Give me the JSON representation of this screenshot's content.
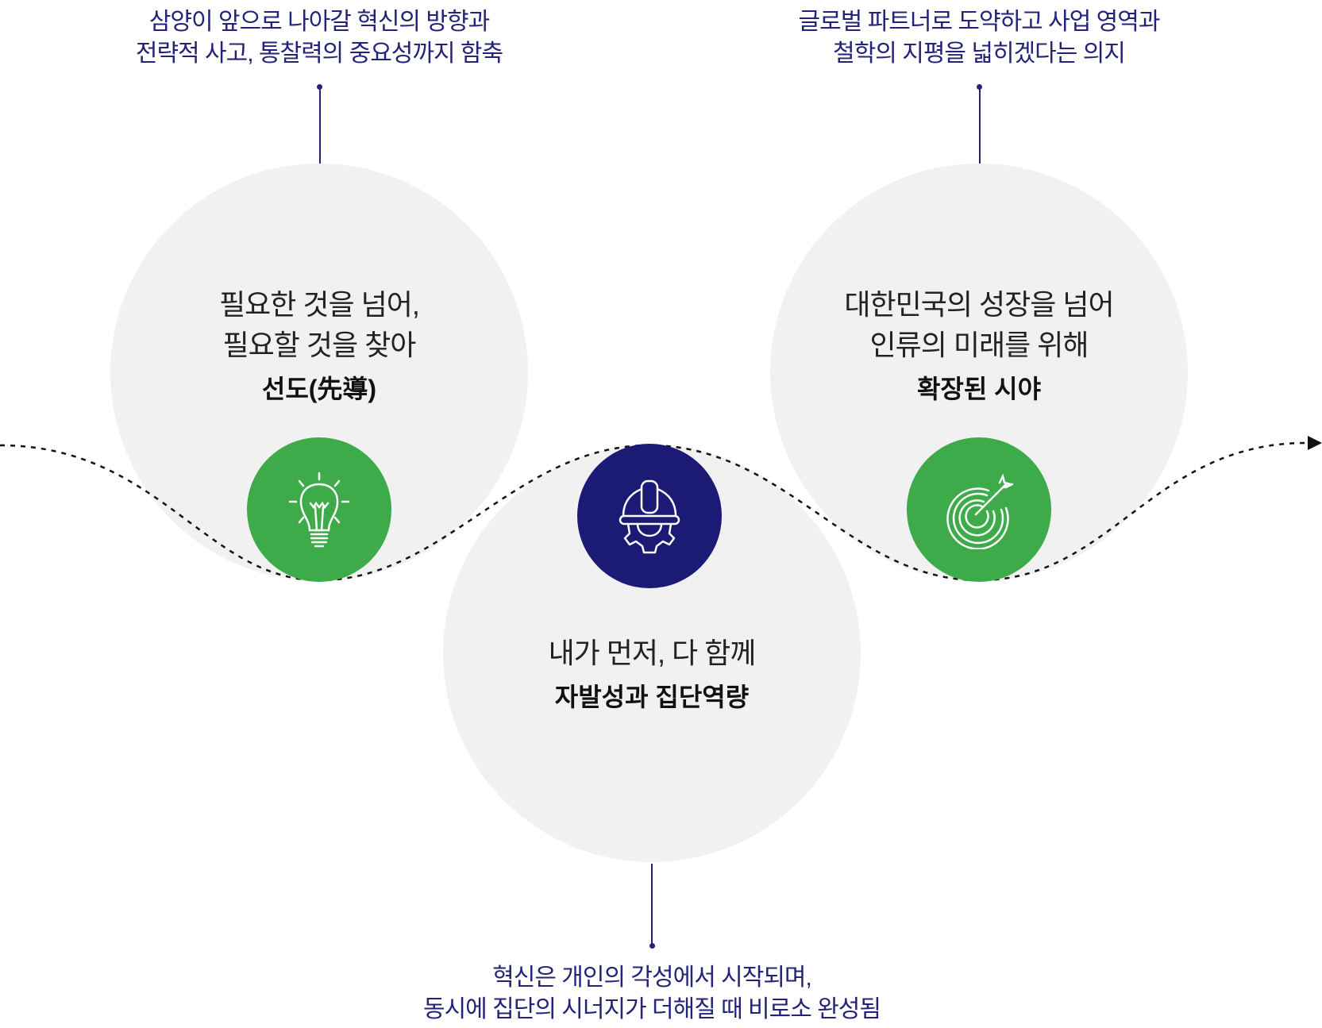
{
  "colors": {
    "green": "#3dab4a",
    "navy": "#1b1a74",
    "note_text": "#24237a",
    "circle_bg": "#f1f1f1"
  },
  "items": [
    {
      "note": [
        "삼양이 앞으로 나아갈 혁신의 방향과",
        "전략적 사고, 통찰력의 중요성까지 함축"
      ],
      "lines": [
        "필요한 것을 넘어,",
        "필요할 것을 찾아"
      ],
      "keyword": "선도(先導)",
      "icon": "lightbulb-icon"
    },
    {
      "note": [
        "혁신은 개인의 각성에서 시작되며,",
        "동시에 집단의 시너지가 더해질 때 비로소 완성됨"
      ],
      "lines": [
        "내가 먼저, 다 함께"
      ],
      "keyword": "자발성과 집단역량",
      "icon": "hardhat-gear-icon"
    },
    {
      "note": [
        "글로벌 파트너로 도약하고 사업 영역과",
        "철학의 지평을 넓히겠다는 의지"
      ],
      "lines": [
        "대한민국의 성장을 넘어",
        "인류의 미래를 위해"
      ],
      "keyword": "확장된 시야",
      "icon": "target-arrow-icon"
    }
  ]
}
